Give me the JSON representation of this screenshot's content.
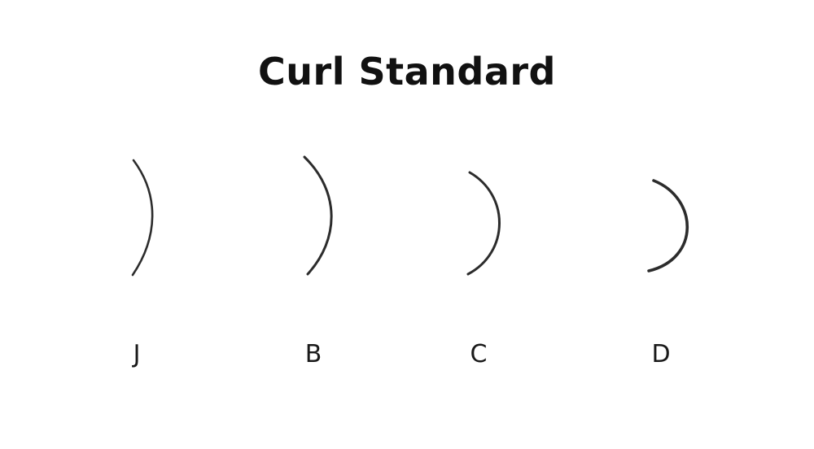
{
  "title": "Curl Standard",
  "curls": [
    {
      "label": "J",
      "icon": "j-curl-lash-icon"
    },
    {
      "label": "B",
      "icon": "b-curl-lash-icon"
    },
    {
      "label": "C",
      "icon": "c-curl-lash-icon"
    },
    {
      "label": "D",
      "icon": "d-curl-lash-icon"
    }
  ],
  "colors": {
    "background": "#ffffff",
    "stroke": "#1a1a1a",
    "text": "#111111"
  }
}
